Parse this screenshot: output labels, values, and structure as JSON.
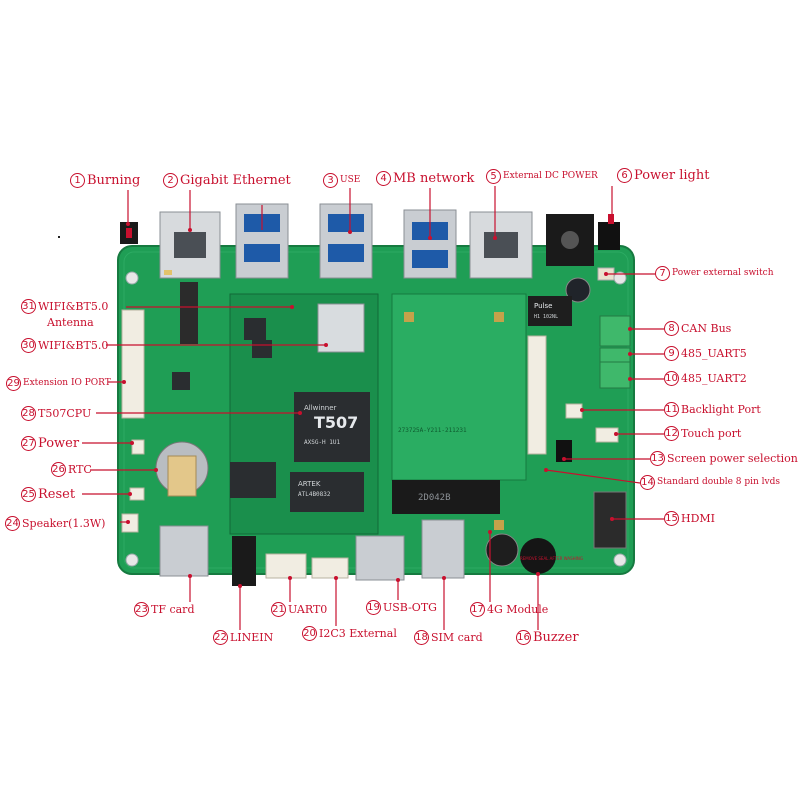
{
  "colors": {
    "label": "#c8102e",
    "pcb": "#1f9e55",
    "pcb_dark": "#167a40",
    "pcb_light": "#35b46c",
    "silver": "#c9cdd2",
    "chip": "#2a2d30",
    "leader": "#c8102e",
    "terminal": "#3fb86b"
  },
  "board": {
    "chip_print": "T507",
    "chip_brand": "Allwinner",
    "chip_sub": "AXSG-H 1U1",
    "ram_print": "ARTEK",
    "ram_sub": "ATL4B0832",
    "module_print": "2D042B",
    "pulse_print": "Pulse",
    "pulse_sub": "H1 102NL",
    "expansion_print": "273725A-Y211-211231",
    "buzzer_print": "REMOVE SEAL AFTER WASHING"
  },
  "labels": [
    {
      "id": "burning",
      "num": "1",
      "text": "Burning",
      "size": "lg"
    },
    {
      "id": "gigabit-ethernet",
      "num": "2",
      "text": "Gigabit Ethernet",
      "size": "lg"
    },
    {
      "id": "usb",
      "num": "3",
      "text": "USE",
      "size": "sm"
    },
    {
      "id": "mb-network",
      "num": "4",
      "text": "MB network",
      "size": "lg"
    },
    {
      "id": "external-dc-power",
      "num": "5",
      "text": "External DC POWER",
      "size": "sm"
    },
    {
      "id": "power-light",
      "num": "6",
      "text": "Power light",
      "size": "lg"
    },
    {
      "id": "power-external-switch",
      "num": "7",
      "text": "Power external switch",
      "size": "sm"
    },
    {
      "id": "can-bus",
      "num": "8",
      "text": "CAN Bus",
      "size": "md"
    },
    {
      "id": "485-uart5",
      "num": "9",
      "text": "485_UART5",
      "size": "md"
    },
    {
      "id": "485-uart2",
      "num": "10",
      "text": "485_UART2",
      "size": "md"
    },
    {
      "id": "backlight-port",
      "num": "11",
      "text": "Backlight Port",
      "size": "md"
    },
    {
      "id": "touch-port",
      "num": "12",
      "text": "Touch port",
      "size": "md"
    },
    {
      "id": "screen-power-selection",
      "num": "13",
      "text": "Screen power selection",
      "size": "md"
    },
    {
      "id": "lvds",
      "num": "14",
      "text": "Standard double 8 pin lvds",
      "size": "sm"
    },
    {
      "id": "hdmi",
      "num": "15",
      "text": "HDMI",
      "size": "md"
    },
    {
      "id": "buzzer",
      "num": "16",
      "text": "Buzzer",
      "size": "lg"
    },
    {
      "id": "4g-module",
      "num": "17",
      "text": "4G Module",
      "size": "md"
    },
    {
      "id": "sim-card",
      "num": "18",
      "text": "SIM card",
      "size": "md"
    },
    {
      "id": "usb-otg",
      "num": "19",
      "text": "USB-OTG",
      "size": "md"
    },
    {
      "id": "i2c3-external",
      "num": "20",
      "text": "I2C3 External",
      "size": "md"
    },
    {
      "id": "uart0",
      "num": "21",
      "text": "UART0",
      "size": "md"
    },
    {
      "id": "linein",
      "num": "22",
      "text": "LINEIN",
      "size": "md"
    },
    {
      "id": "tf-card",
      "num": "23",
      "text": "TF card",
      "size": "md"
    },
    {
      "id": "speaker",
      "num": "24",
      "text": "Speaker(1.3W)",
      "size": "md"
    },
    {
      "id": "reset",
      "num": "25",
      "text": "Reset",
      "size": "lg"
    },
    {
      "id": "rtc",
      "num": "26",
      "text": "RTC",
      "size": "md"
    },
    {
      "id": "power",
      "num": "27",
      "text": "Power",
      "size": "lg"
    },
    {
      "id": "t507cpu",
      "num": "28",
      "text": "T507CPU",
      "size": "md"
    },
    {
      "id": "extension-io-port",
      "num": "29",
      "text": "Extension IO PORT",
      "size": "sm"
    },
    {
      "id": "wifi-bt-module",
      "num": "30",
      "text": "WIFI&BT5.0",
      "size": "md"
    },
    {
      "id": "wifi-bt-antenna",
      "num": "31",
      "text": "WIFI&BT5.0",
      "sub": "Antenna",
      "size": "md"
    }
  ]
}
